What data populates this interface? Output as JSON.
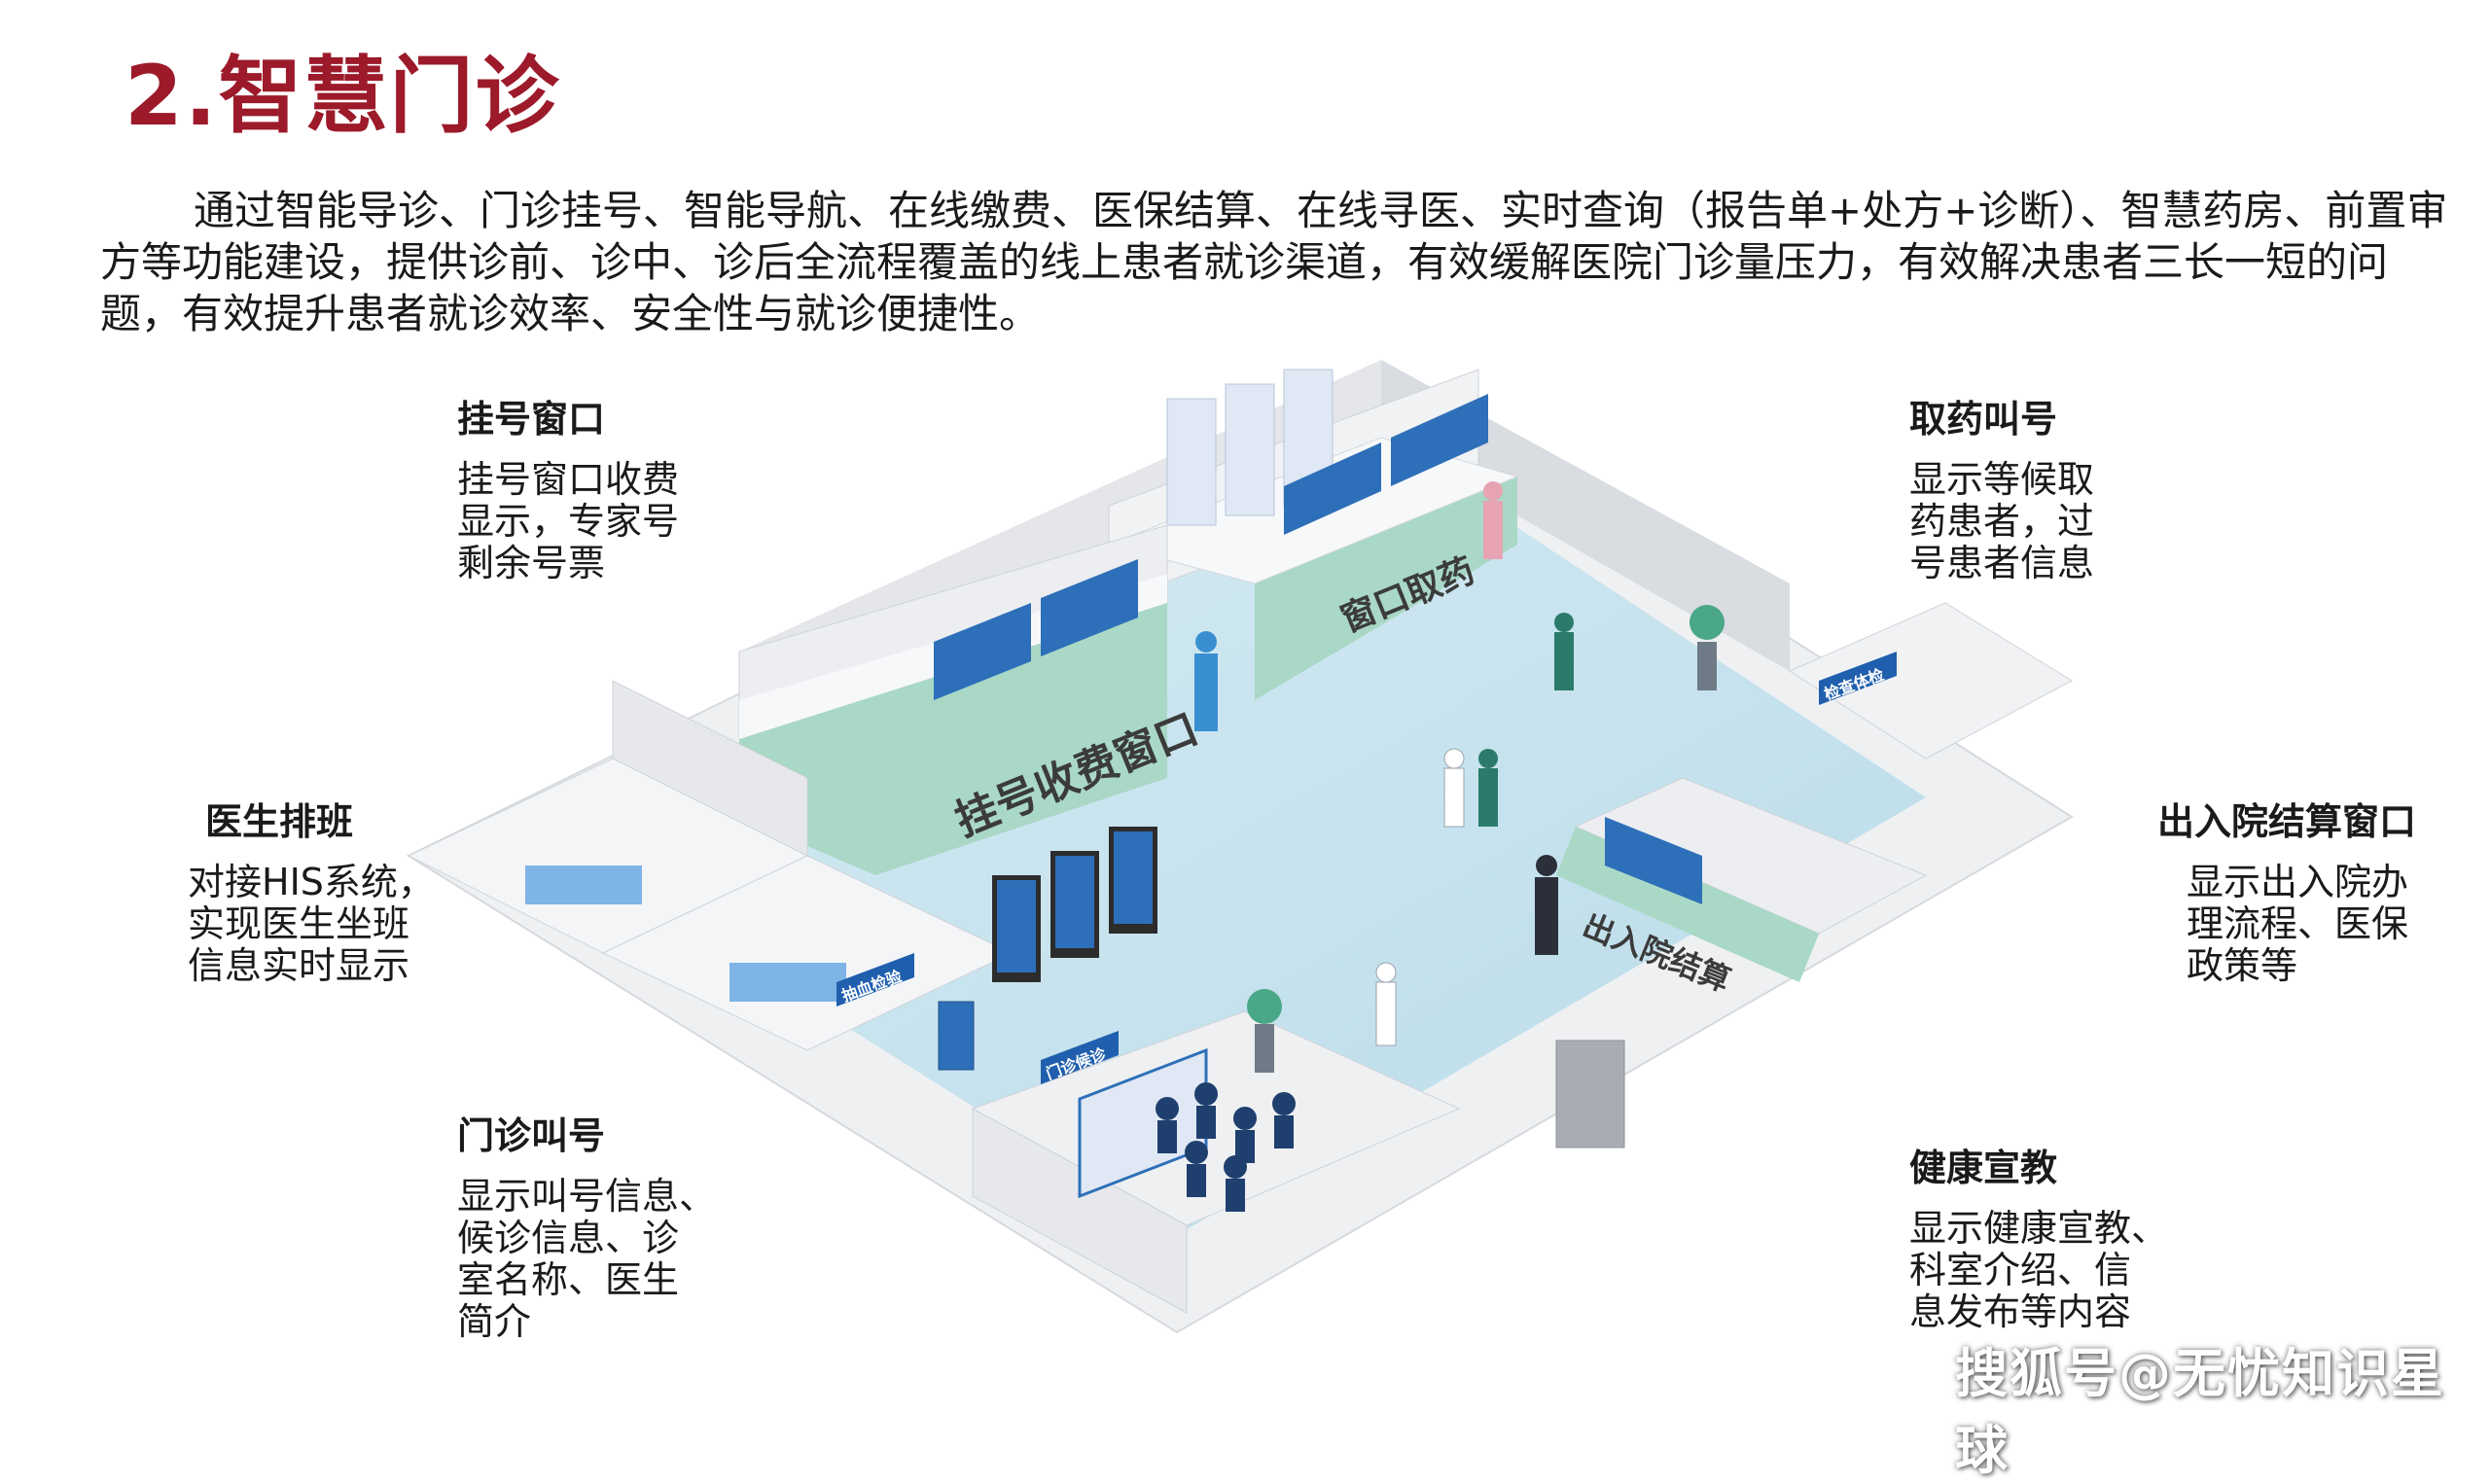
{
  "title": "2.智慧门诊",
  "intro": "通过智能导诊、门诊挂号、智能导航、在线缴费、医保结算、在线寻医、实时查询（报告单+处方+诊断）、智慧药房、前置审方等功能建设，提供诊前、诊中、诊后全流程覆盖的线上患者就诊渠道，有效缓解医院门诊量压力，有效解决患者三长一短的问题，有效提升患者就诊效率、安全性与就诊便捷性。",
  "callouts": {
    "registration": {
      "head": "挂号窗口",
      "body": "挂号窗口收费\n显示，专家号\n剩余号票"
    },
    "pharmacy": {
      "head": "取药叫号",
      "body": "显示等候取\n药患者，过\n号患者信息"
    },
    "scheduling": {
      "head": "医生排班",
      "body": "对接HIS系统，\n实现医生坐班\n信息实时显示"
    },
    "settlement": {
      "head": "出入院结算窗口",
      "body": "显示出入院办\n理流程、医保\n政策等"
    },
    "calling": {
      "head": "门诊叫号",
      "body": "显示叫号信息、\n候诊信息、诊\n室名称、医生\n简介"
    },
    "health": {
      "head": "健康宣教",
      "body": "显示健康宣教、\n科室介绍、信\n息发布等内容"
    }
  },
  "scene_signs": {
    "registration_counter": "挂号收费窗口",
    "pharmacy_counter": "窗口取药",
    "settlement_counter": "出入院结算",
    "exam_sign": "检查体检",
    "triage_sign": "抽血检验",
    "clinic_sign": "门诊候诊"
  },
  "colors": {
    "title": "#9c1a2a",
    "floor": "#c9e3ee",
    "wall": "#e9eaec",
    "counter_green": "#a9d8c6",
    "accent_blue": "#1f5fae"
  },
  "watermark": "搜狐号@无忧知识星球"
}
